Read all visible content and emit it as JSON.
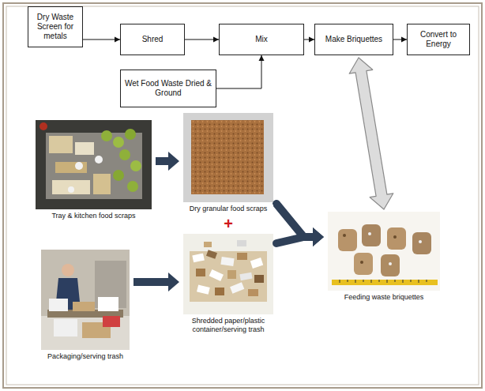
{
  "diagram": {
    "nodes": [
      {
        "text": [
          "Dry Waste Screen for metals"
        ]
      },
      {
        "text": [
          "Shred"
        ]
      },
      {
        "text": [
          "Mix"
        ]
      },
      {
        "text": [
          "Make Briquettes"
        ]
      },
      {
        "text": [
          "Convert to Energy"
        ]
      },
      {
        "text": [
          "Wet Food Waste Dried & Ground"
        ]
      },
      {
        "text": [
          "Tray & kitchen food scraps"
        ]
      },
      {
        "text": [
          "Dry granular food scraps"
        ]
      },
      {
        "text": [
          "Feeding waste briquettes"
        ]
      },
      {
        "text": [
          "Packaging/serving trash"
        ]
      },
      {
        "text": [
          "Shredded paper/plastic container/serving trash"
        ]
      }
    ],
    "edges": [
      {
        "from": 0,
        "to": 1,
        "arrow": "to"
      },
      {
        "from": 1,
        "to": 2,
        "arrow": "to"
      },
      {
        "from": 5,
        "to": 2,
        "arrow": "to"
      },
      {
        "from": 2,
        "to": 3,
        "arrow": "to"
      },
      {
        "from": 3,
        "to": 4,
        "arrow": "to"
      },
      {
        "from": 6,
        "to": 7,
        "arrow": "to"
      },
      {
        "from": 9,
        "to": 10,
        "arrow": "to"
      },
      {
        "from": 7,
        "to": 8,
        "arrow": "to"
      },
      {
        "from": 10,
        "to": 8,
        "arrow": "to"
      },
      {
        "from": 3,
        "to": 8,
        "arrow": "both"
      }
    ],
    "labels": [
      "+"
    ]
  }
}
